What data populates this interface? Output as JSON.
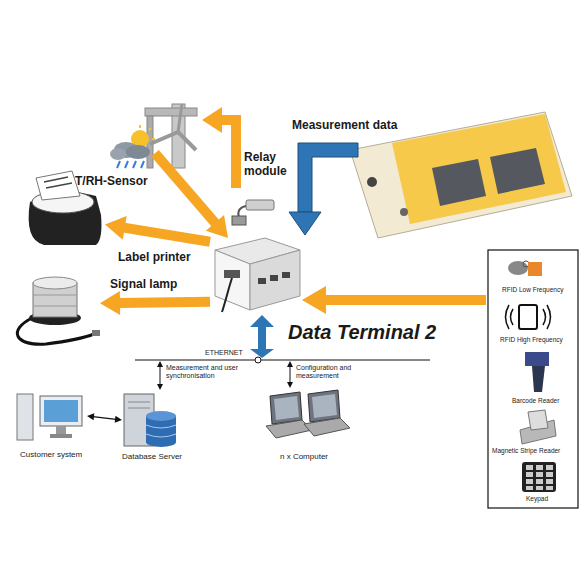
{
  "diagram": {
    "nodes": [
      {
        "text": [
          "Relay module"
        ]
      },
      {
        "text": [
          "T/RH-Sensor"
        ]
      },
      {
        "text": [
          "Label printer"
        ]
      },
      {
        "text": [
          "Signal lamp"
        ]
      },
      {
        "text": [
          "Data Terminal 2"
        ]
      },
      {
        "text": [
          "RFID Low Frequency"
        ]
      },
      {
        "text": [
          "RFID High Frequency"
        ]
      },
      {
        "text": [
          "Barcode Reader"
        ]
      },
      {
        "text": [
          "Magnetic Stripe Reader"
        ]
      },
      {
        "text": [
          "Keypad"
        ]
      },
      {
        "text": [
          "Customer system"
        ]
      },
      {
        "text": [
          "Database Server"
        ]
      },
      {
        "text": [
          "n x Computer"
        ]
      }
    ],
    "edges": [
      {
        "from": 1,
        "to": 4,
        "arrow": "to"
      },
      {
        "from": 4,
        "to": 2,
        "arrow": "to"
      },
      {
        "from": 4,
        "to": 3,
        "arrow": "to"
      },
      {
        "from": 11,
        "to": 10,
        "arrow": "both"
      }
    ],
    "labels": [
      "Measurement data",
      "ETHERNET",
      "Measurement and user synchronisation",
      "Configuration and measurement"
    ]
  }
}
